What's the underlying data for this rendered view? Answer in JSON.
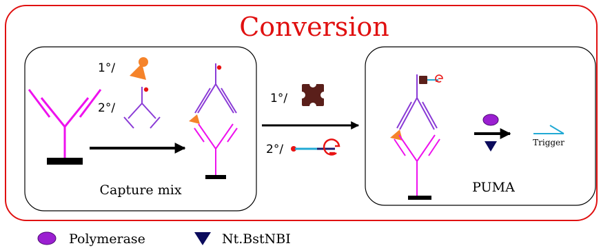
{
  "title": "Conversion",
  "capture_box": {
    "caption": "Capture mix",
    "label_primary": "1°/",
    "label_secondary": "2°/"
  },
  "reagents": {
    "label_primary": "1°/",
    "label_secondary": "2°/"
  },
  "puma_box": {
    "caption": "PUMA",
    "trigger_label": "Trigger"
  },
  "legend": {
    "items": [
      {
        "label": "Polymerase",
        "icon": "purple-ellipse",
        "color": "#9b1fd1"
      },
      {
        "label": "Nt.BstNBI",
        "icon": "navy-triangle",
        "color": "#0b0b5c"
      }
    ]
  },
  "colors": {
    "frame": "#e01010",
    "magenta": "#ee11ee",
    "violet": "#8a3ad6",
    "orange": "#f5832a",
    "red": "#e81313",
    "brown": "#5a1f1a",
    "cyan": "#20a9d4",
    "black": "#000000"
  }
}
